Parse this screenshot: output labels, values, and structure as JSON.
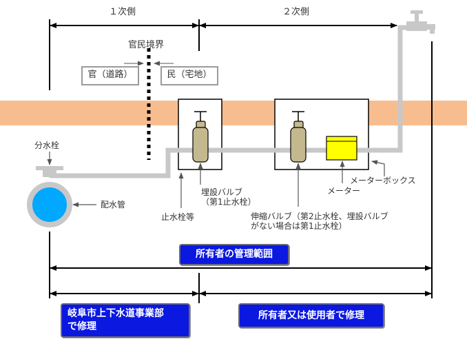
{
  "headers": {
    "primary_side": "１次側",
    "secondary_side": "２次側"
  },
  "boundary": {
    "title": "官民境界",
    "public_road": "官（道路）",
    "private_residence": "民（宅地）"
  },
  "components": {
    "branch_tap": "分水栓",
    "distribution_main": "配水管",
    "stop_valve": "止水栓等",
    "buried_valve": "埋設バルブ\n（第1止水栓）",
    "expansion_valve": "伸縮バルブ（第2止水栓、埋設バルブ\nがない場合は第1止水栓）",
    "meter": "メーター",
    "meter_box": "メーターボックス"
  },
  "scopes": {
    "owner_management": "所有者の管理範囲",
    "city_repair": "岐阜市上下水道事業部\nで修理",
    "owner_user_repair": "所有者又は使用者で修理"
  },
  "colors": {
    "ground": "#f8bd8f",
    "pipe": "#c8c8c8",
    "main_pipe_fill": "#00a8ff",
    "valve_body": "#c4b98e",
    "meter": "#ffff00",
    "scope_box": "#0a18e0"
  }
}
